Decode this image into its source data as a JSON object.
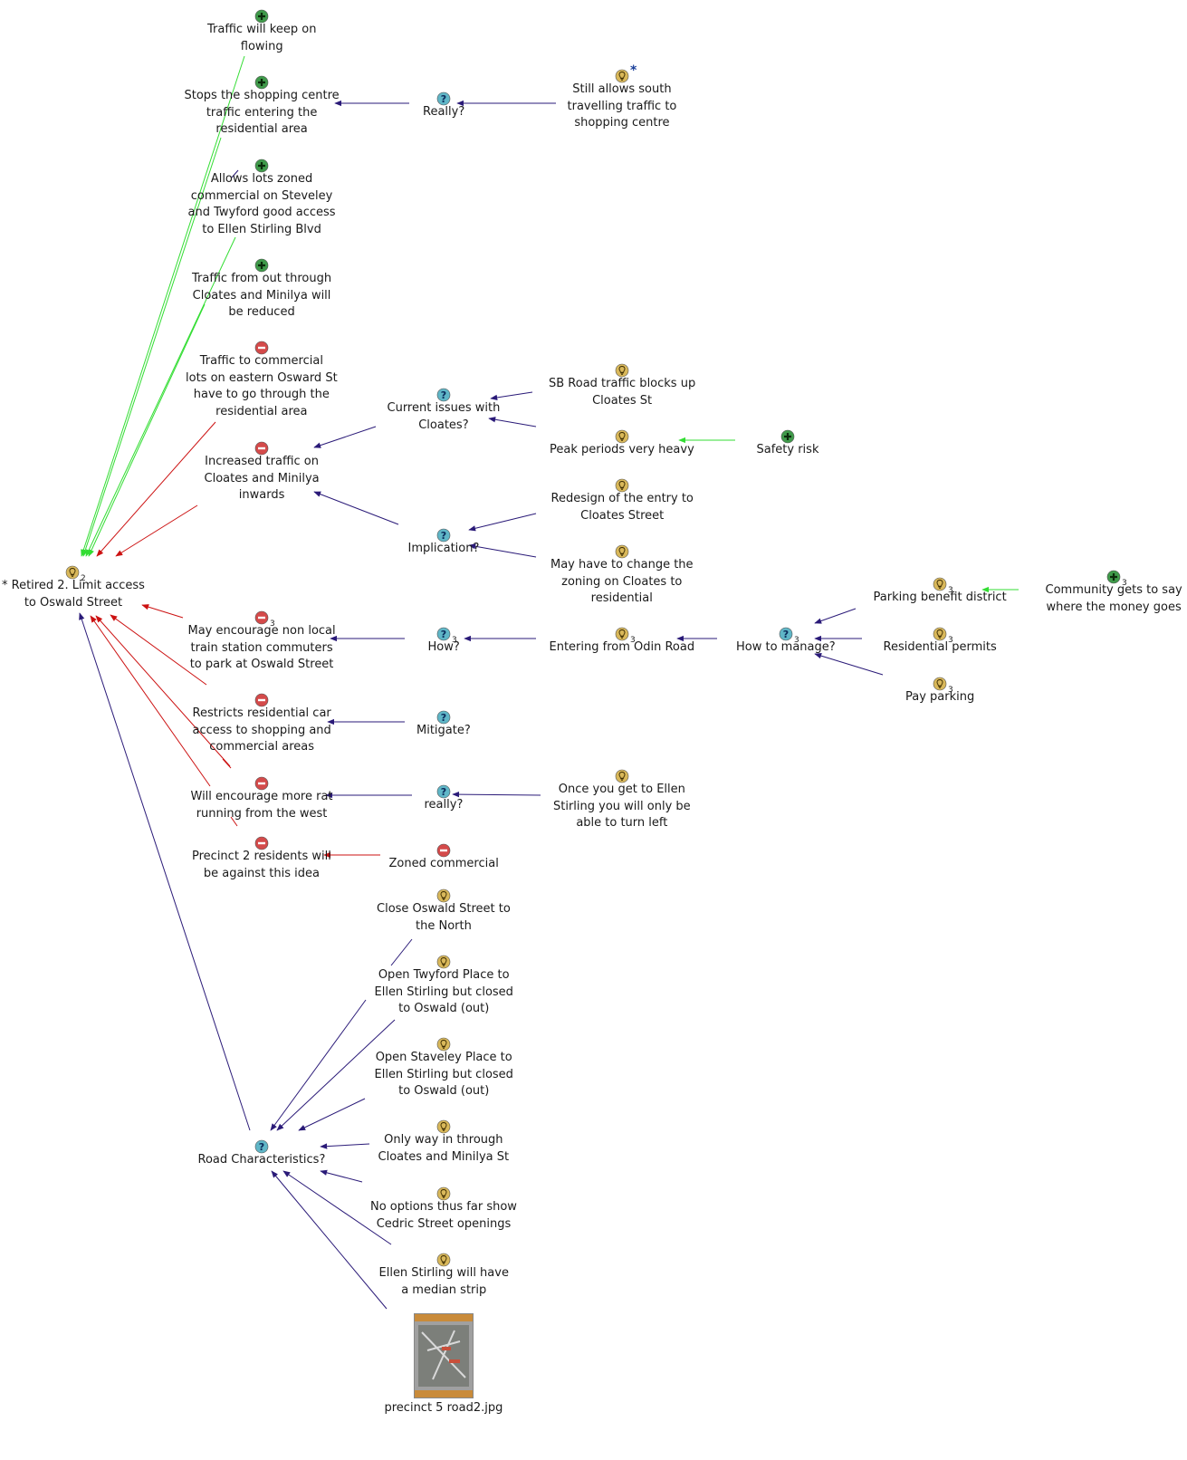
{
  "colors": {
    "question": "#5fb6c7",
    "idea": "#d9b85a",
    "pro": "#3f9a4a",
    "con": "#d44a4a",
    "link_navy": "#2a1a78",
    "link_green": "#33dd33",
    "link_red": "#cc1111"
  },
  "nodes": [
    {
      "id": "root",
      "icon": "idea",
      "label": "* Retired 2. Limit access\nto Oswald Street",
      "badge": "2"
    },
    {
      "id": "traffic_flow",
      "icon": "pro",
      "label": "Traffic will keep on\nflowing"
    },
    {
      "id": "stops_shopping",
      "icon": "pro",
      "label": "Stops the shopping centre\ntraffic entering the\nresidential area"
    },
    {
      "id": "really1",
      "icon": "question",
      "label": "Really?"
    },
    {
      "id": "still_allows",
      "icon": "idea",
      "label": "Still allows south\ntravelling traffic to\nshopping centre",
      "star": "*"
    },
    {
      "id": "allows_lots",
      "icon": "pro",
      "label": "Allows lots zoned\ncommercial on Steveley\nand Twyford good access\nto Ellen Stirling Blvd"
    },
    {
      "id": "traffic_out",
      "icon": "pro",
      "label": "Traffic from out through\nCloates and Minilya will\nbe reduced"
    },
    {
      "id": "traffic_comm",
      "icon": "con",
      "label": "Traffic to commercial\nlots on eastern Osward St\nhave to go through the\nresidential area"
    },
    {
      "id": "current_issues",
      "icon": "question",
      "label": "Current issues with\nCloates?"
    },
    {
      "id": "sb_road",
      "icon": "idea",
      "label": "SB Road traffic blocks up\nCloates St"
    },
    {
      "id": "peak",
      "icon": "idea",
      "label": "Peak periods very heavy"
    },
    {
      "id": "safety",
      "icon": "pro",
      "label": "Safety risk"
    },
    {
      "id": "increased",
      "icon": "con",
      "label": "Increased traffic on\nCloates and Minilya\ninwards"
    },
    {
      "id": "redesign",
      "icon": "idea",
      "label": "Redesign of the entry to\nCloates Street"
    },
    {
      "id": "implication",
      "icon": "question",
      "label": "Implication?"
    },
    {
      "id": "zoning",
      "icon": "idea",
      "label": "May have to change the\nzoning on Cloates to\nresidential"
    },
    {
      "id": "parking_benefit",
      "icon": "idea",
      "label": "Parking benefit district",
      "badge": "3"
    },
    {
      "id": "community",
      "icon": "pro",
      "label": "Community gets to say\nwhere the money goes",
      "badge": "3"
    },
    {
      "id": "may_encourage",
      "icon": "con",
      "label": "May encourage non local\ntrain station commuters\nto park at Oswald Street",
      "badge": "3"
    },
    {
      "id": "how",
      "icon": "question",
      "label": "How?",
      "badge": "3"
    },
    {
      "id": "entering_odin",
      "icon": "idea",
      "label": "Entering from Odin Road",
      "badge": "3"
    },
    {
      "id": "how_manage",
      "icon": "question",
      "label": "How to manage?",
      "badge": "3"
    },
    {
      "id": "res_permits",
      "icon": "idea",
      "label": "Residential permits",
      "badge": "3"
    },
    {
      "id": "pay_parking",
      "icon": "idea",
      "label": "Pay parking",
      "badge": "3"
    },
    {
      "id": "restricts",
      "icon": "con",
      "label": "Restricts residential car\naccess to shopping and\ncommercial areas"
    },
    {
      "id": "mitigate",
      "icon": "question",
      "label": "Mitigate?"
    },
    {
      "id": "rat_running",
      "icon": "con",
      "label": "Will encourage more rat\nrunning from the west"
    },
    {
      "id": "really2",
      "icon": "question",
      "label": "really?"
    },
    {
      "id": "once_ellen",
      "icon": "idea",
      "label": "Once you get to Ellen\nStirling you will only be\nable to turn left"
    },
    {
      "id": "precinct2",
      "icon": "con",
      "label": "Precinct 2 residents will\nbe against this idea"
    },
    {
      "id": "zoned_comm",
      "icon": "con",
      "label": "Zoned commercial"
    },
    {
      "id": "close_oswald",
      "icon": "idea",
      "label": "Close Oswald Street to\nthe North"
    },
    {
      "id": "open_twyford",
      "icon": "idea",
      "label": "Open Twyford Place to\nEllen Stirling but closed\nto Oswald (out)"
    },
    {
      "id": "open_staveley",
      "icon": "idea",
      "label": "Open Staveley Place to\nEllen Stirling but closed\nto Oswald (out)"
    },
    {
      "id": "road_char",
      "icon": "question",
      "label": "Road Characteristics?"
    },
    {
      "id": "only_way",
      "icon": "idea",
      "label": "Only way in through\nCloates and Minilya St"
    },
    {
      "id": "no_options",
      "icon": "idea",
      "label": "No options thus far show\nCedric Street openings"
    },
    {
      "id": "median",
      "icon": "idea",
      "label": "Ellen Stirling will have\na median strip"
    },
    {
      "id": "image",
      "icon": "image",
      "label": "precinct 5 road2.jpg"
    }
  ]
}
